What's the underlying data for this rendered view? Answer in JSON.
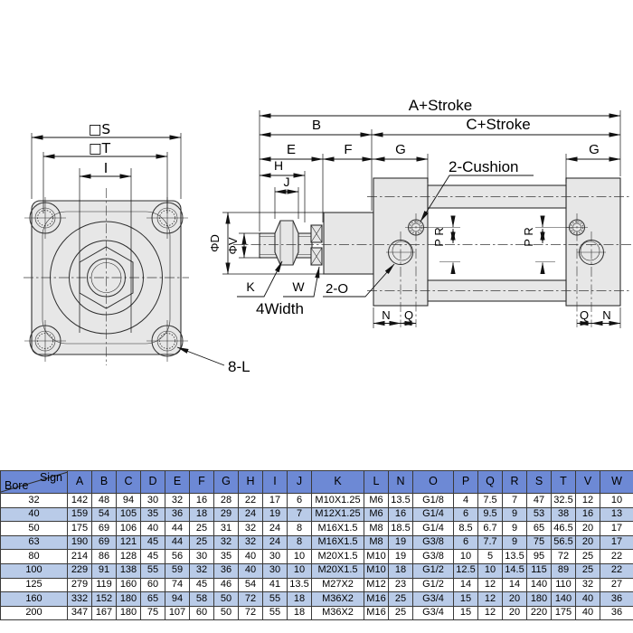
{
  "diagram": {
    "front_view": {
      "dim_s": "□S",
      "dim_t": "□T",
      "dim_i": "I",
      "bolt_callout": "8-L"
    },
    "side_view": {
      "dim_a": "A+Stroke",
      "dim_c": "C+Stroke",
      "dim_b": "B",
      "dim_e": "E",
      "dim_f": "F",
      "dim_g_left": "G",
      "dim_g_right": "G",
      "dim_h": "H",
      "dim_j": "J",
      "cushion_callout": "2-Cushion",
      "port_callout": "2-O",
      "dim_k": "K",
      "dim_w": "W",
      "width_callout": "4Width",
      "dim_phi_d": "ΦD",
      "dim_phi_v": "ΦV",
      "dim_pr_left": "P R",
      "dim_pr_right": "P R",
      "dim_n_left": "N",
      "dim_q_left": "Q",
      "dim_q_right": "Q",
      "dim_n_right": "N"
    }
  },
  "table": {
    "corner": {
      "top_right": "Sign",
      "bottom_left": "Bore"
    },
    "columns": [
      "A",
      "B",
      "C",
      "D",
      "E",
      "F",
      "G",
      "H",
      "I",
      "J",
      "K",
      "L",
      "N",
      "O",
      "P",
      "Q",
      "R",
      "S",
      "T",
      "V",
      "W"
    ],
    "rows": [
      {
        "bore": "32",
        "values": [
          "142",
          "48",
          "94",
          "30",
          "32",
          "16",
          "28",
          "22",
          "17",
          "6",
          "M10X1.25",
          "M6",
          "13.5",
          "G1/8",
          "4",
          "7.5",
          "7",
          "47",
          "32.5",
          "12",
          "10"
        ]
      },
      {
        "bore": "40",
        "values": [
          "159",
          "54",
          "105",
          "35",
          "36",
          "18",
          "29",
          "24",
          "19",
          "7",
          "M12X1.25",
          "M6",
          "16",
          "G1/4",
          "6",
          "9.5",
          "9",
          "53",
          "38",
          "16",
          "13"
        ]
      },
      {
        "bore": "50",
        "values": [
          "175",
          "69",
          "106",
          "40",
          "44",
          "25",
          "31",
          "32",
          "24",
          "8",
          "M16X1.5",
          "M8",
          "18.5",
          "G1/4",
          "8.5",
          "6.7",
          "9",
          "65",
          "46.5",
          "20",
          "17"
        ]
      },
      {
        "bore": "63",
        "values": [
          "190",
          "69",
          "121",
          "45",
          "44",
          "25",
          "32",
          "32",
          "24",
          "8",
          "M16X1.5",
          "M8",
          "19",
          "G3/8",
          "6",
          "7.7",
          "9",
          "75",
          "56.5",
          "20",
          "17"
        ]
      },
      {
        "bore": "80",
        "values": [
          "214",
          "86",
          "128",
          "45",
          "56",
          "30",
          "35",
          "40",
          "30",
          "10",
          "M20X1.5",
          "M10",
          "19",
          "G3/8",
          "10",
          "5",
          "13.5",
          "95",
          "72",
          "25",
          "22"
        ]
      },
      {
        "bore": "100",
        "values": [
          "229",
          "91",
          "138",
          "55",
          "59",
          "32",
          "36",
          "40",
          "30",
          "10",
          "M20X1.5",
          "M10",
          "18",
          "G1/2",
          "12.5",
          "10",
          "14.5",
          "115",
          "89",
          "25",
          "22"
        ]
      },
      {
        "bore": "125",
        "values": [
          "279",
          "119",
          "160",
          "60",
          "74",
          "45",
          "46",
          "54",
          "41",
          "13.5",
          "M27X2",
          "M12",
          "23",
          "G1/2",
          "14",
          "12",
          "14",
          "140",
          "110",
          "32",
          "27"
        ]
      },
      {
        "bore": "160",
        "values": [
          "332",
          "152",
          "180",
          "65",
          "94",
          "58",
          "50",
          "72",
          "55",
          "18",
          "M36X2",
          "M16",
          "25",
          "G3/4",
          "15",
          "12",
          "20",
          "180",
          "140",
          "40",
          "36"
        ]
      },
      {
        "bore": "200",
        "values": [
          "347",
          "167",
          "180",
          "75",
          "107",
          "60",
          "50",
          "72",
          "55",
          "18",
          "M36X2",
          "M16",
          "25",
          "G3/4",
          "15",
          "12",
          "20",
          "220",
          "175",
          "40",
          "36"
        ]
      }
    ],
    "colors": {
      "header_bg": "#6d89d5",
      "alt_row_bg": "#b9cbe8",
      "part_fill": "#e7e7e7",
      "grid_border": "#3a3a3a"
    }
  }
}
